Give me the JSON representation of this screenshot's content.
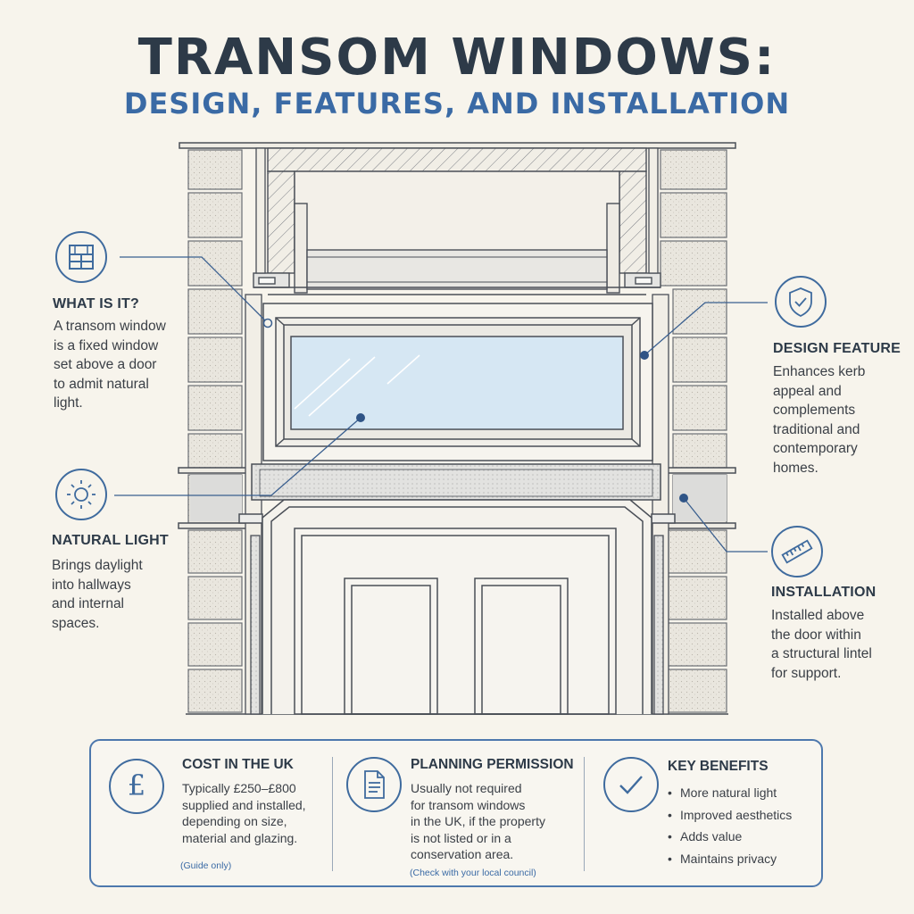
{
  "title": "TRANSOM WINDOWS:",
  "subtitle": "DESIGN, FEATURES, AND INSTALLATION",
  "callouts": {
    "what_is_it": {
      "heading": "WHAT IS IT?",
      "lines": [
        "A transom window",
        "is a fixed window",
        "set above a door",
        "to admit natural",
        "light."
      ],
      "icon": "window-grid-icon"
    },
    "natural_light": {
      "heading": "NATURAL LIGHT",
      "lines": [
        "Brings daylight",
        "into hallways",
        "and internal",
        "spaces."
      ],
      "icon": "sun-icon"
    },
    "design_feature": {
      "heading": "DESIGN FEATURE",
      "lines": [
        "Enhances kerb",
        "appeal and",
        "complements",
        "traditional and",
        "contemporary",
        "homes."
      ],
      "icon": "shield-check-icon"
    },
    "installation": {
      "heading": "INSTALLATION",
      "lines": [
        "Installed above",
        "the door within",
        "a structural lintel",
        "for support."
      ],
      "icon": "ruler-icon"
    }
  },
  "panel": {
    "cost": {
      "heading": "COST IN THE UK",
      "lines": [
        "Typically £250–£800",
        "supplied and installed,",
        "depending on size,",
        "material and glazing."
      ],
      "note": "(Guide only)",
      "icon_glyph": "£",
      "icon": "pound-icon"
    },
    "planning": {
      "heading": "PLANNING PERMISSION",
      "lines": [
        "Usually not required",
        "for transom windows",
        "in the UK, if the property",
        "is not listed or in a",
        "conservation area."
      ],
      "note": "(Check with your local council)",
      "icon": "document-icon"
    },
    "benefits": {
      "heading": "KEY BENEFITS",
      "items": [
        "More natural light",
        "Improved aesthetics",
        "Adds value",
        "Maintains privacy"
      ],
      "icon": "checkmark-icon"
    }
  },
  "colors": {
    "background": "#f7f4ec",
    "title": "#2d3a48",
    "accent_blue": "#3a6aa5",
    "glass": "#d6e7f3",
    "line": "#4a4f57"
  }
}
